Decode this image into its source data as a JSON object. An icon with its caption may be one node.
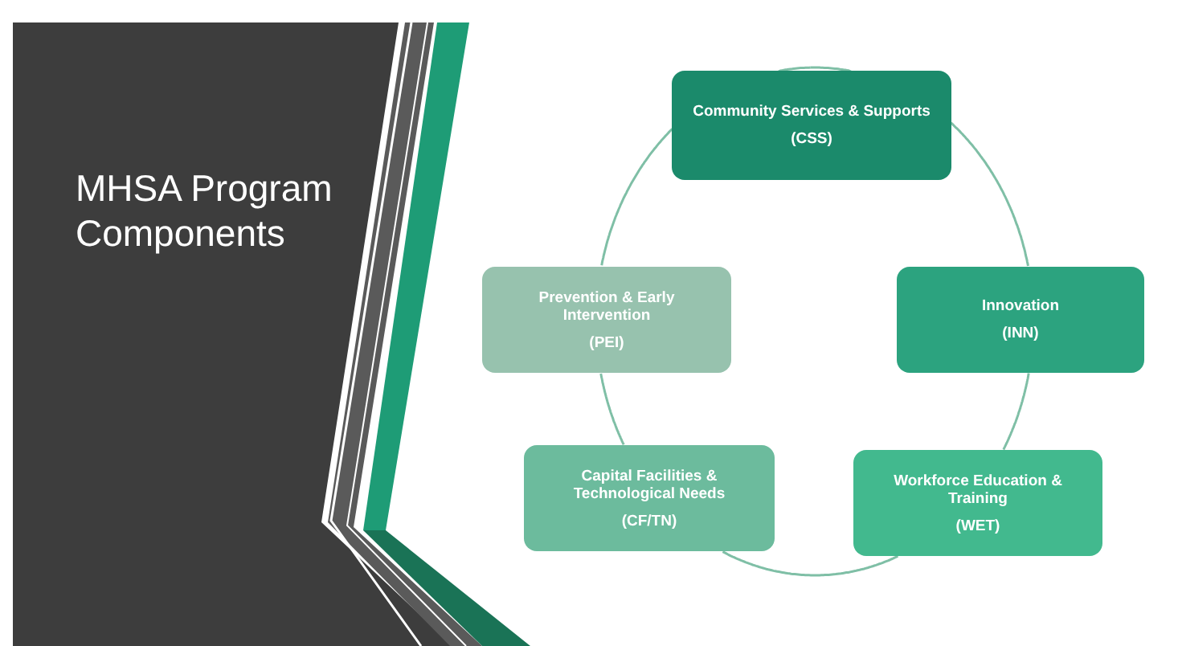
{
  "diagram": {
    "title": "MHSA Program Components",
    "nodes": [
      {
        "text": [
          "Community  Services & Supports",
          "(CSS)"
        ]
      },
      {
        "text": [
          "Innovation",
          "(INN)"
        ]
      },
      {
        "text": [
          "Workforce Education & Training",
          "(WET)"
        ]
      },
      {
        "text": [
          "Capital Facilities & Technological Needs",
          "(CF/TN)"
        ]
      },
      {
        "text": [
          "Prevention & Early Intervention",
          "(PEI)"
        ]
      }
    ],
    "edges": [
      {
        "from": 0,
        "to": 1,
        "arrow": "none"
      },
      {
        "from": 1,
        "to": 2,
        "arrow": "none"
      },
      {
        "from": 2,
        "to": 3,
        "arrow": "none"
      },
      {
        "from": 3,
        "to": 4,
        "arrow": "none"
      },
      {
        "from": 4,
        "to": 0,
        "arrow": "none"
      }
    ]
  }
}
